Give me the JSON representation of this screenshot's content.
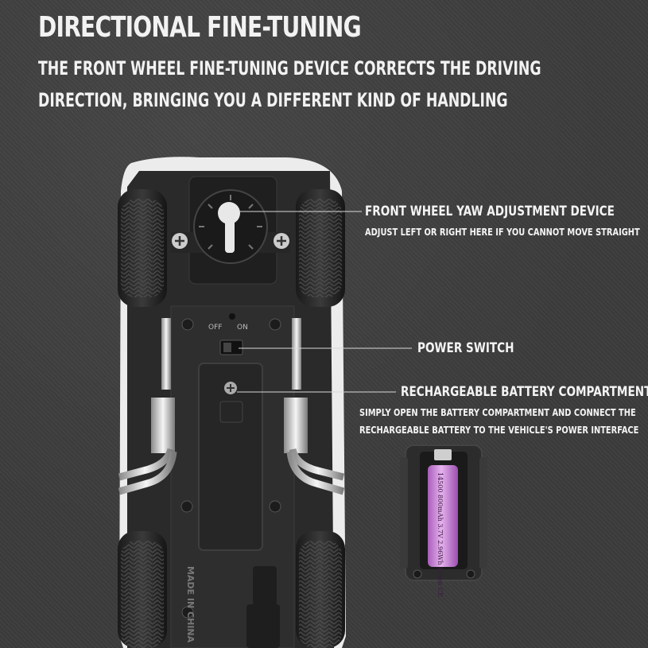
{
  "header": {
    "title": "DIRECTIONAL FINE-TUNING",
    "subtitle_line1": "THE FRONT WHEEL FINE-TUNING DEVICE CORRECTS THE DRIVING",
    "subtitle_line2": "DIRECTION, BRINGING YOU A DIFFERENT KIND OF HANDLING"
  },
  "callouts": {
    "yaw": {
      "title": "FRONT WHEEL YAW ADJUSTMENT DEVICE",
      "note": "ADJUST LEFT OR RIGHT HERE IF YOU CANNOT MOVE STRAIGHT"
    },
    "power": {
      "title": "POWER SWITCH"
    },
    "battery": {
      "title": "RECHARGEABLE BATTERY COMPARTMENT",
      "note_line1": "SIMPLY OPEN THE BATTERY COMPARTMENT AND CONNECT THE",
      "note_line2": "RECHARGEABLE BATTERY TO THE VEHICLE'S POWER INTERFACE"
    }
  },
  "car": {
    "switch_off": "OFF",
    "switch_on": "ON",
    "made_in": "MADE IN CHINA"
  },
  "battery_label": "14500 800mAh 3.7V 2.96Wh Li-ion CE",
  "colors": {
    "background": "#3c3c3c",
    "chassis": "#2a2a2a",
    "battery_wrap": "#c97fd6",
    "text": "#f2f2f2"
  }
}
